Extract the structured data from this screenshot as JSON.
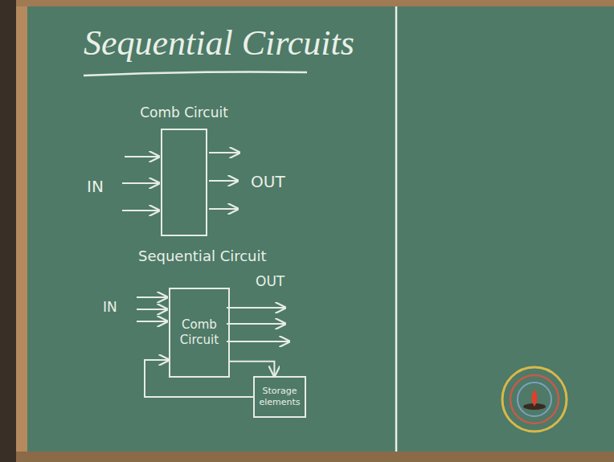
{
  "diagram": {
    "title": "Sequential Circuits",
    "nodes": [
      {
        "text": [
          "Comb Circuit"
        ]
      },
      {
        "text": [
          "Comb Circuit"
        ]
      },
      {
        "text": [
          "Storage elements"
        ]
      }
    ],
    "edges": [
      {
        "from": 1,
        "to": 2,
        "arrow": "to"
      },
      {
        "from": 2,
        "to": 1,
        "arrow": "to"
      }
    ],
    "labels": [
      "IN",
      "OUT",
      "Sequential Circuit",
      "OUT",
      "IN"
    ]
  }
}
